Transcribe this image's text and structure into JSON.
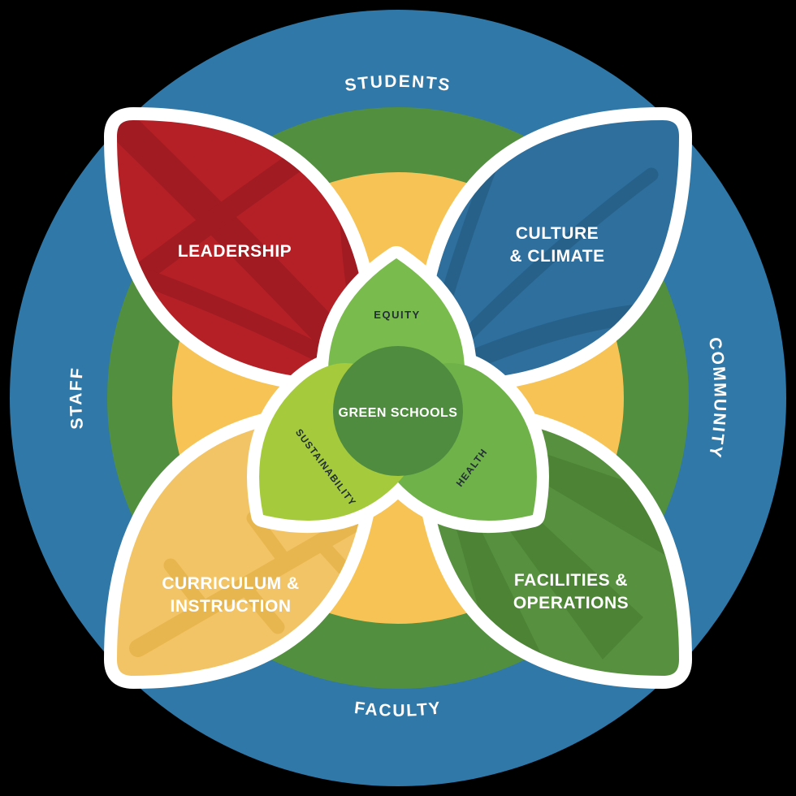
{
  "diagram": {
    "background_color": "#000000",
    "rings": {
      "outer_color": "#2f78a8",
      "middle_color": "#52903f",
      "inner_color": "#f7c355"
    },
    "ring_labels": {
      "top": "STUDENTS",
      "right": "COMMUNITY",
      "bottom": "FACULTY",
      "left": "STAFF"
    },
    "petals": {
      "leadership": {
        "label": "LEADERSHIP",
        "color": "#b42025",
        "vein_color": "#a01b22"
      },
      "culture_climate": {
        "label_line1": "CULTURE",
        "label_line2": "& CLIMATE",
        "color": "#2e6f9d",
        "vein_color": "#27618a"
      },
      "curriculum_instruction": {
        "label_line1": "CURRICULUM  &",
        "label_line2": "INSTRUCTION",
        "color": "#f2c466",
        "vein_color": "#e8b64e"
      },
      "facilities_operations": {
        "label_line1": "FACILITIES &",
        "label_line2": "OPERATIONS",
        "color": "#57913f",
        "vein_color": "#4c8335"
      }
    },
    "center": {
      "equity": {
        "label": "EQUITY",
        "color": "#7abb4e"
      },
      "sustainability": {
        "label": "SUSTAINABILITY",
        "color": "#a5cb3d"
      },
      "health": {
        "label": "HEALTH",
        "color": "#6fb24a"
      },
      "core": {
        "label": "GREEN SCHOOLS",
        "color": "#4f8c3f"
      }
    },
    "text_colors": {
      "light": "#ffffff",
      "dark": "#232f36"
    }
  }
}
